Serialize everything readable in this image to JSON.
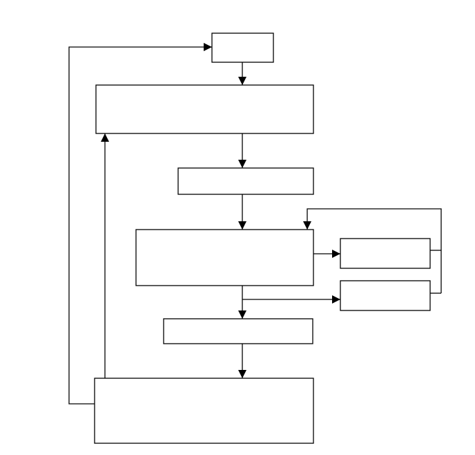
{
  "diagram": {
    "type": "flowchart",
    "boxes": [
      {
        "id": "start",
        "text": ""
      },
      {
        "id": "process-1",
        "text": ""
      },
      {
        "id": "process-2",
        "text": ""
      },
      {
        "id": "process-3",
        "text": ""
      },
      {
        "id": "side-1",
        "text": ""
      },
      {
        "id": "side-2",
        "text": ""
      },
      {
        "id": "process-4",
        "text": ""
      },
      {
        "id": "process-5",
        "text": ""
      }
    ],
    "colors": {
      "stroke": "#000000",
      "fill": "#ffffff",
      "background": "#ffffff"
    }
  }
}
